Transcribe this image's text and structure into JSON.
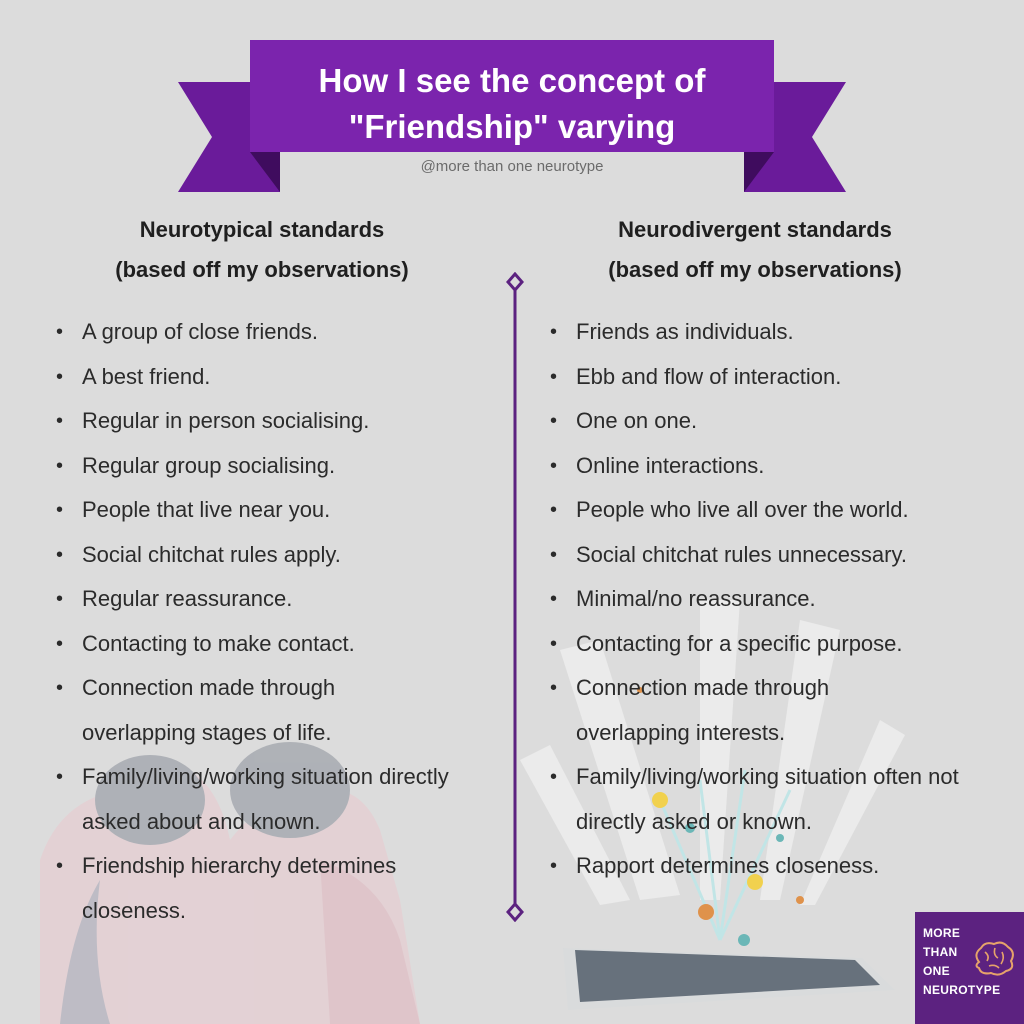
{
  "banner": {
    "title_line1": "How I see the concept of",
    "title_line2": "\"Friendship\" varying",
    "subtitle": "@more than one neurotype"
  },
  "colors": {
    "background": "#dcdcdc",
    "banner_purple": "#6a1b9a",
    "banner_dark": "#4a0f6e",
    "divider": "#5c2280",
    "logo_bg": "#5c2280"
  },
  "left": {
    "title_line1": "Neurotypical standards",
    "title_line2": "(based off my observations)",
    "items": [
      " A group of close friends.",
      "A best friend.",
      "Regular in person socialising.",
      "Regular group socialising.",
      "People that live near you.",
      "Social chitchat rules apply.",
      "Regular reassurance.",
      "Contacting to make contact.",
      "Connection made through overlapping stages of life.",
      "Family/living/working situation directly asked about and known.",
      "Friendship hierarchy determines closeness."
    ]
  },
  "right": {
    "title_line1": "Neurodivergent standards",
    "title_line2": "(based off my observations)",
    "items": [
      "Friends as individuals.",
      "Ebb and flow of interaction.",
      "One on one.",
      "Online interactions.",
      "People who live all over the world.",
      "Social chitchat rules unnecessary.",
      "Minimal/no reassurance.",
      "Contacting for a specific purpose.",
      " Connection made through overlapping interests.",
      " Family/living/working situation often not directly asked or known.",
      "Rapport determines closeness."
    ]
  },
  "logo": {
    "line1": "MORE",
    "line2": "THAN",
    "line3": "ONE",
    "line4": "NEUROTYPE",
    "icon": "brain-icon"
  },
  "bullet": "•"
}
